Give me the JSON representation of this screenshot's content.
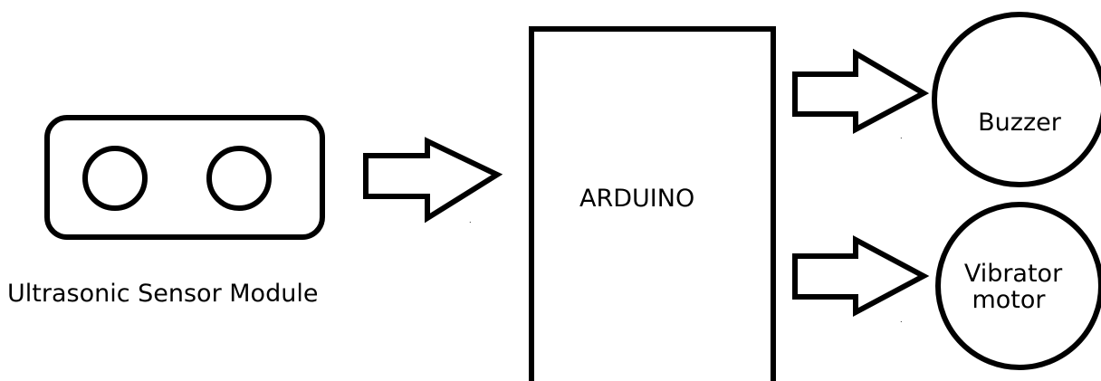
{
  "nodes": {
    "sensor_label": "Ultrasonic Sensor Module",
    "arduino_label": "ARDUINO",
    "buzzer_label": "Buzzer",
    "vibrator_label_line1": "Vibrator",
    "vibrator_label_line2": "motor"
  },
  "colors": {
    "stroke": "#000000",
    "background": "#ffffff"
  }
}
